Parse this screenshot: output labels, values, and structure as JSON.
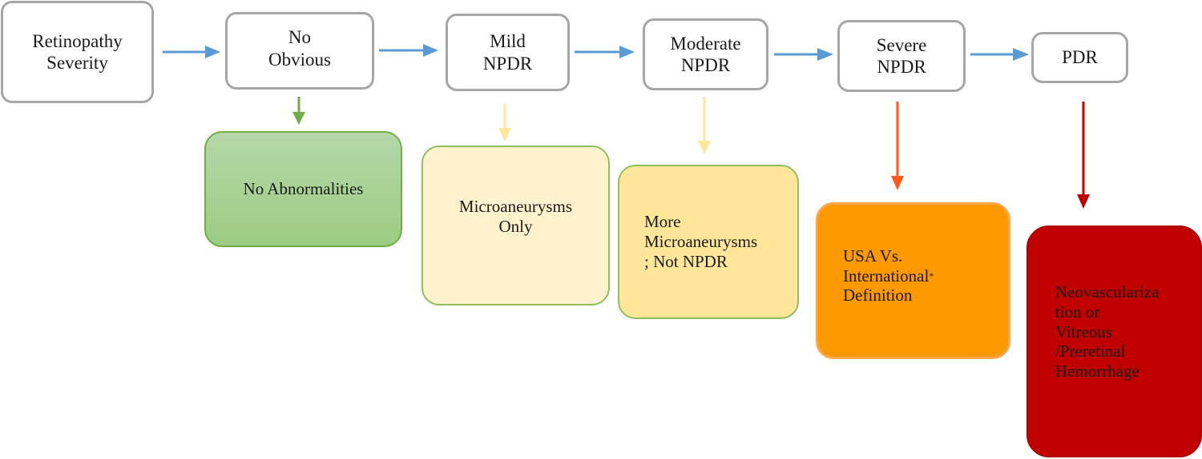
{
  "stages": [
    {
      "id": "severity",
      "label": "Retinopathy\nSeverity"
    },
    {
      "id": "no-obvious",
      "label": "No\nObvious"
    },
    {
      "id": "mild",
      "label": "Mild\nNPDR"
    },
    {
      "id": "moderate",
      "label": "Moderate\nNPDR"
    },
    {
      "id": "severe",
      "label": "Severe\nNPDR"
    },
    {
      "id": "pdr",
      "label": "PDR"
    }
  ],
  "findings": {
    "no_abnormalities": "No Abnormalities",
    "microaneurysms_only": "Microaneurysms\nOnly",
    "more_microaneurysms": "More\nMicroaneurysms\n; Not NPDR",
    "usa_vs_international": "USA Vs.\nInternational\nDefinition",
    "usa_footnote_mark": "*",
    "neovascularization": "Neovasculariza\ntion or\nVitreous\n/Preretinal\nHemorrhage"
  },
  "colors": {
    "stage_border": "#a6a6a6",
    "flow_arrow": "#5b9bd5",
    "green_fill": "#a9d18e",
    "green_arrow": "#70ad47",
    "light_yellow_fill": "#fff2cc",
    "yellow_fill": "#ffe699",
    "yellow_arrow": "#ffe699",
    "orange_fill": "#ff9900",
    "orange_arrow": "#ff5b1a",
    "red_fill": "#c00000",
    "red_arrow": "#c00000"
  }
}
